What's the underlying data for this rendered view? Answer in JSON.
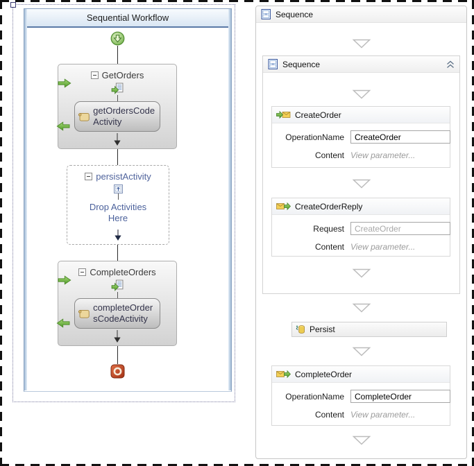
{
  "left_panel": {
    "title": "Sequential Workflow",
    "get_orders": {
      "title": "GetOrders",
      "child": "getOrdersCodeActivity"
    },
    "persist_activity": {
      "title": "persistActivity",
      "hint": "Drop Activities Here"
    },
    "complete_orders": {
      "title": "CompleteOrders",
      "child": "completeOrdersCodeActivity"
    }
  },
  "right_panel": {
    "title": "Sequence",
    "inner_sequence": {
      "title": "Sequence"
    },
    "create_order": {
      "title": "CreateOrder",
      "row1_label": "OperationName",
      "row1_value": "CreateOrder",
      "row2_label": "Content",
      "row2_value": "View parameter..."
    },
    "create_order_reply": {
      "title": "CreateOrderReply",
      "row1_label": "Request",
      "row1_value": "CreateOrder",
      "row2_label": "Content",
      "row2_value": "View parameter..."
    },
    "persist": {
      "title": "Persist"
    },
    "complete_order": {
      "title": "CompleteOrder",
      "row1_label": "OperationName",
      "row1_value": "CompleteOrder",
      "row2_label": "Content",
      "row2_value": "View parameter..."
    }
  },
  "icons": {
    "start": "green-circle-down-arrow",
    "terminate": "red-square-white-ring",
    "receive_task": "green-arrow-into-list",
    "code_activity": "parchment-scroll",
    "default_activity": "boxed-up-arrow",
    "sequence": "blue-activity-window",
    "receive": "green-arrow-into-envelope",
    "send_reply": "envelope-green-arrow-out",
    "persist": "yellow-database-cylinder",
    "drop_target": "hollow-gray-triangle",
    "collapse": "double-chevron-up"
  },
  "colors": {
    "header_accent": "#5a7aa6",
    "activity_green": "#6ab04c",
    "terminate_red": "#c24423",
    "hint_blue": "#4b619b"
  }
}
